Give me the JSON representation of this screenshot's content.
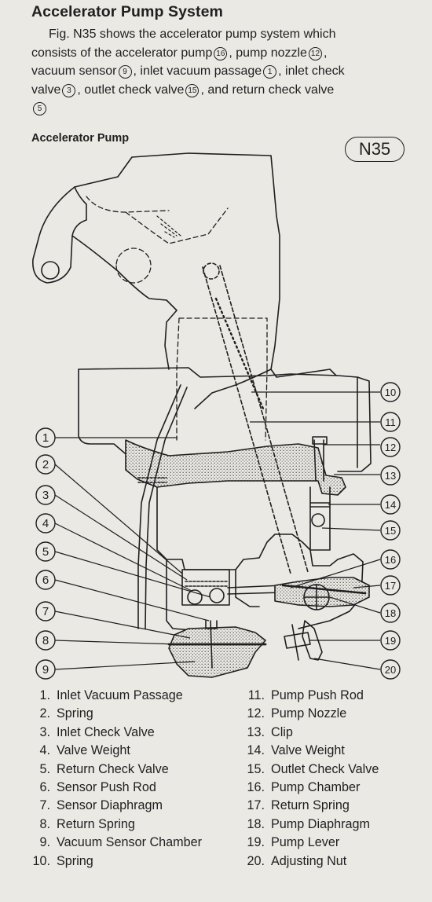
{
  "header": {
    "title": "Accelerator Pump System"
  },
  "intro": {
    "lines": [
      [
        {
          "t": "Fig. N35 shows the accelerator pump system which"
        }
      ],
      [
        {
          "t": "consists of the accelerator pump"
        },
        {
          "c": "16"
        },
        {
          "t": ", pump nozzle"
        },
        {
          "c": "12"
        },
        {
          "t": ","
        }
      ],
      [
        {
          "t": "vacuum sensor"
        },
        {
          "c": "9"
        },
        {
          "t": ", inlet vacuum passage"
        },
        {
          "c": "1"
        },
        {
          "t": ", inlet check"
        }
      ],
      [
        {
          "t": "valve"
        },
        {
          "c": "3"
        },
        {
          "t": ", outlet check valve"
        },
        {
          "c": "15"
        },
        {
          "t": ", and return check valve"
        }
      ],
      [
        {
          "c": "5"
        }
      ]
    ]
  },
  "figure": {
    "caption": "Accelerator Pump",
    "badge": "N35",
    "callouts": [
      "1",
      "2",
      "3",
      "4",
      "5",
      "6",
      "7",
      "8",
      "9",
      "10",
      "11",
      "12",
      "13",
      "14",
      "15",
      "16",
      "17",
      "18",
      "19",
      "20"
    ]
  },
  "legend": {
    "left": [
      {
        "num": "1.",
        "label": "Inlet Vacuum Passage"
      },
      {
        "num": "2.",
        "label": "Spring"
      },
      {
        "num": "3.",
        "label": "Inlet Check Valve"
      },
      {
        "num": "4.",
        "label": "Valve Weight"
      },
      {
        "num": "5.",
        "label": "Return Check Valve"
      },
      {
        "num": "6.",
        "label": "Sensor Push Rod"
      },
      {
        "num": "7.",
        "label": "Sensor Diaphragm"
      },
      {
        "num": "8.",
        "label": "Return Spring"
      },
      {
        "num": "9.",
        "label": "Vacuum Sensor Chamber"
      },
      {
        "num": "10.",
        "label": "Spring"
      }
    ],
    "right": [
      {
        "num": "11.",
        "label": "Pump Push Rod"
      },
      {
        "num": "12.",
        "label": "Pump Nozzle"
      },
      {
        "num": "13.",
        "label": "Clip"
      },
      {
        "num": "14.",
        "label": "Valve Weight"
      },
      {
        "num": "15.",
        "label": "Outlet Check Valve"
      },
      {
        "num": "16.",
        "label": "Pump Chamber"
      },
      {
        "num": "17.",
        "label": "Return Spring"
      },
      {
        "num": "18.",
        "label": "Pump Diaphragm"
      },
      {
        "num": "19.",
        "label": "Pump Lever"
      },
      {
        "num": "20.",
        "label": "Adjusting Nut"
      }
    ]
  }
}
